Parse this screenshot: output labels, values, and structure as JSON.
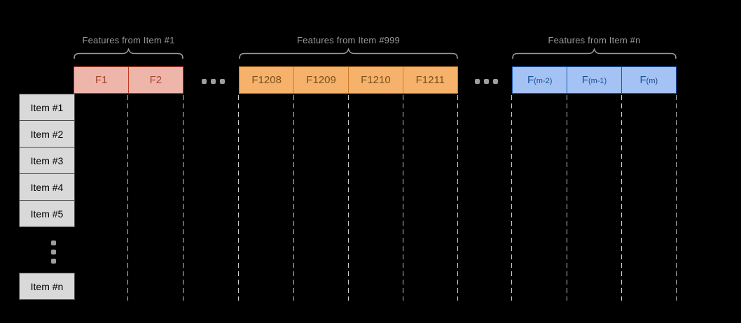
{
  "groups": [
    {
      "label": "Features from Item #1",
      "cells": [
        {
          "text": "F1",
          "sub": ""
        },
        {
          "text": "F2",
          "sub": ""
        }
      ]
    },
    {
      "label": "Features from Item #999",
      "cells": [
        {
          "text": "F1208",
          "sub": ""
        },
        {
          "text": "F1209",
          "sub": ""
        },
        {
          "text": "F1210",
          "sub": ""
        },
        {
          "text": "F1211",
          "sub": ""
        }
      ]
    },
    {
      "label": "Features from Item #n",
      "cells": [
        {
          "text": "F",
          "sub": "(m-2)"
        },
        {
          "text": "F",
          "sub": "(m-1)"
        },
        {
          "text": "F",
          "sub": "(m)"
        }
      ]
    }
  ],
  "rows": {
    "items": [
      "Item #1",
      "Item #2",
      "Item #3",
      "Item #4",
      "Item #5"
    ],
    "last_item": "Item #n"
  },
  "icons": {
    "horizontal_ellipsis": "ellipsis-horizontal-icon",
    "vertical_ellipsis": "ellipsis-vertical-icon",
    "brace": "curly-brace-icon"
  },
  "colors": {
    "background": "#000000",
    "label_gray": "#999999",
    "dots_gray": "#9E9E9E",
    "dashed_line": "#C9C9C9",
    "group1_fill": "#EEB5AA",
    "group1_border": "#BE3B20",
    "group1_text": "#A34632",
    "group2_fill": "#F6B26B",
    "group2_border": "#C97B28",
    "group2_text": "#7A4F1C",
    "group3_fill": "#A4C2F4",
    "group3_border": "#1C5AB8",
    "group3_text": "#174E8F",
    "row_fill": "#D9D9D9",
    "row_border": "#474747",
    "row_text": "#000000"
  }
}
